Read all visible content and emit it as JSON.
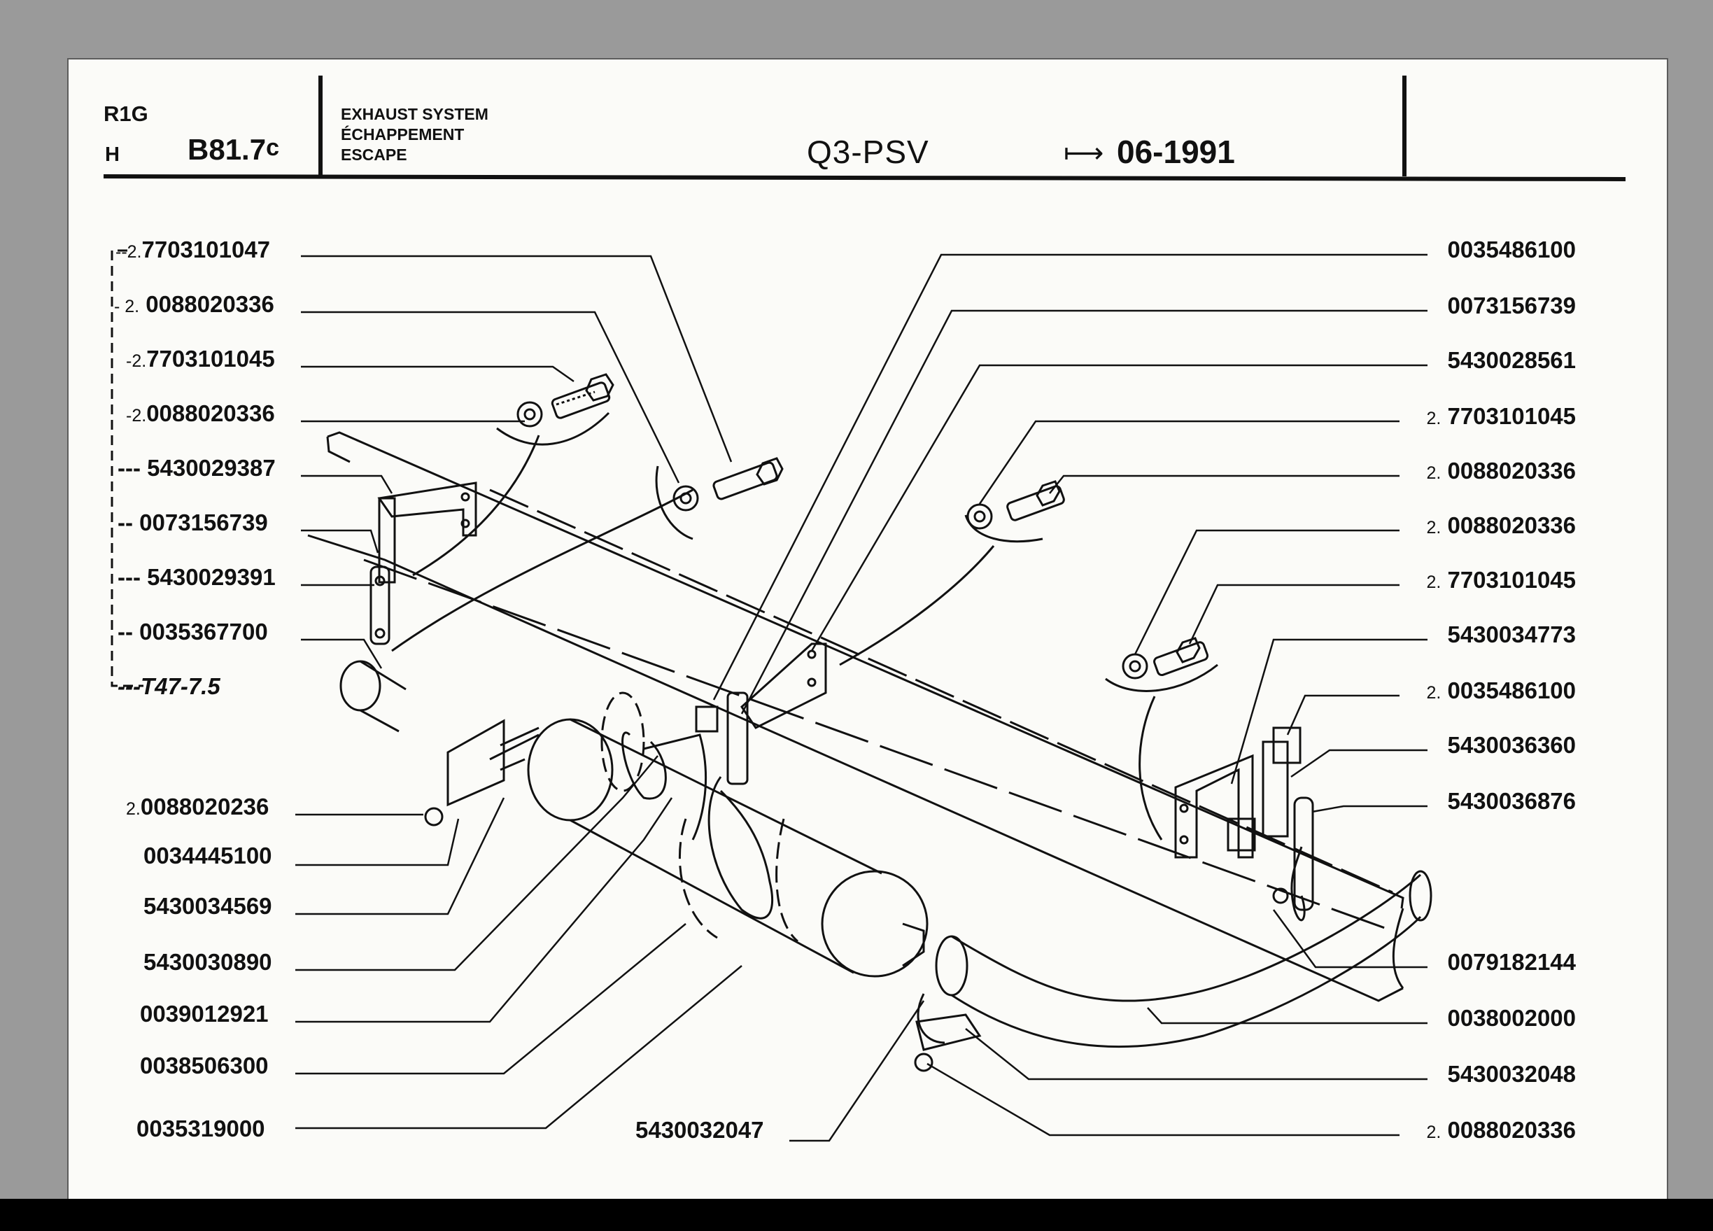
{
  "header": {
    "model": "R1G",
    "variant": "H",
    "ref_main": "B81.7",
    "ref_suffix": "c",
    "title_en": "EXHAUST SYSTEM",
    "title_fr": "ÉCHAPPEMENT",
    "title_es": "ESCAPE",
    "code": "Q3-PSV",
    "date_arrow": "⟼",
    "date": "06-1991"
  },
  "labels_left": [
    {
      "prefix": "--2.",
      "part": "7703101047"
    },
    {
      "prefix": "- 2.",
      "part": "0088020336"
    },
    {
      "prefix": "-2.",
      "part": "7703101045"
    },
    {
      "prefix": "-2.",
      "part": "0088020336"
    },
    {
      "prefix": "---",
      "part": "5430029387"
    },
    {
      "prefix": "--",
      "part": "0073156739"
    },
    {
      "prefix": "---",
      "part": "5430029391"
    },
    {
      "prefix": "--",
      "part": "0035367700"
    },
    {
      "prefix": "---",
      "part": "T47-7.5"
    },
    {
      "prefix": "2.",
      "part": "0088020236"
    },
    {
      "prefix": "",
      "part": "0034445100"
    },
    {
      "prefix": "",
      "part": "5430034569"
    },
    {
      "prefix": "",
      "part": "5430030890"
    },
    {
      "prefix": "",
      "part": "0039012921"
    },
    {
      "prefix": "",
      "part": "0038506300"
    },
    {
      "prefix": "",
      "part": "0035319000"
    }
  ],
  "labels_right": [
    {
      "prefix": "",
      "part": "0035486100"
    },
    {
      "prefix": "",
      "part": "0073156739"
    },
    {
      "prefix": "",
      "part": "5430028561"
    },
    {
      "prefix": "2.",
      "part": "7703101045"
    },
    {
      "prefix": "2.",
      "part": "0088020336"
    },
    {
      "prefix": "2.",
      "part": "0088020336"
    },
    {
      "prefix": "2.",
      "part": "7703101045"
    },
    {
      "prefix": "",
      "part": "5430034773"
    },
    {
      "prefix": "2.",
      "part": "0035486100"
    },
    {
      "prefix": "",
      "part": "5430036360"
    },
    {
      "prefix": "",
      "part": "5430036876"
    },
    {
      "prefix": "",
      "part": "0079182144"
    },
    {
      "prefix": "",
      "part": "0038002000"
    },
    {
      "prefix": "",
      "part": "5430032048"
    },
    {
      "prefix": "2.",
      "part": "0088020336"
    }
  ],
  "label_bottom": {
    "part": "5430032047"
  }
}
